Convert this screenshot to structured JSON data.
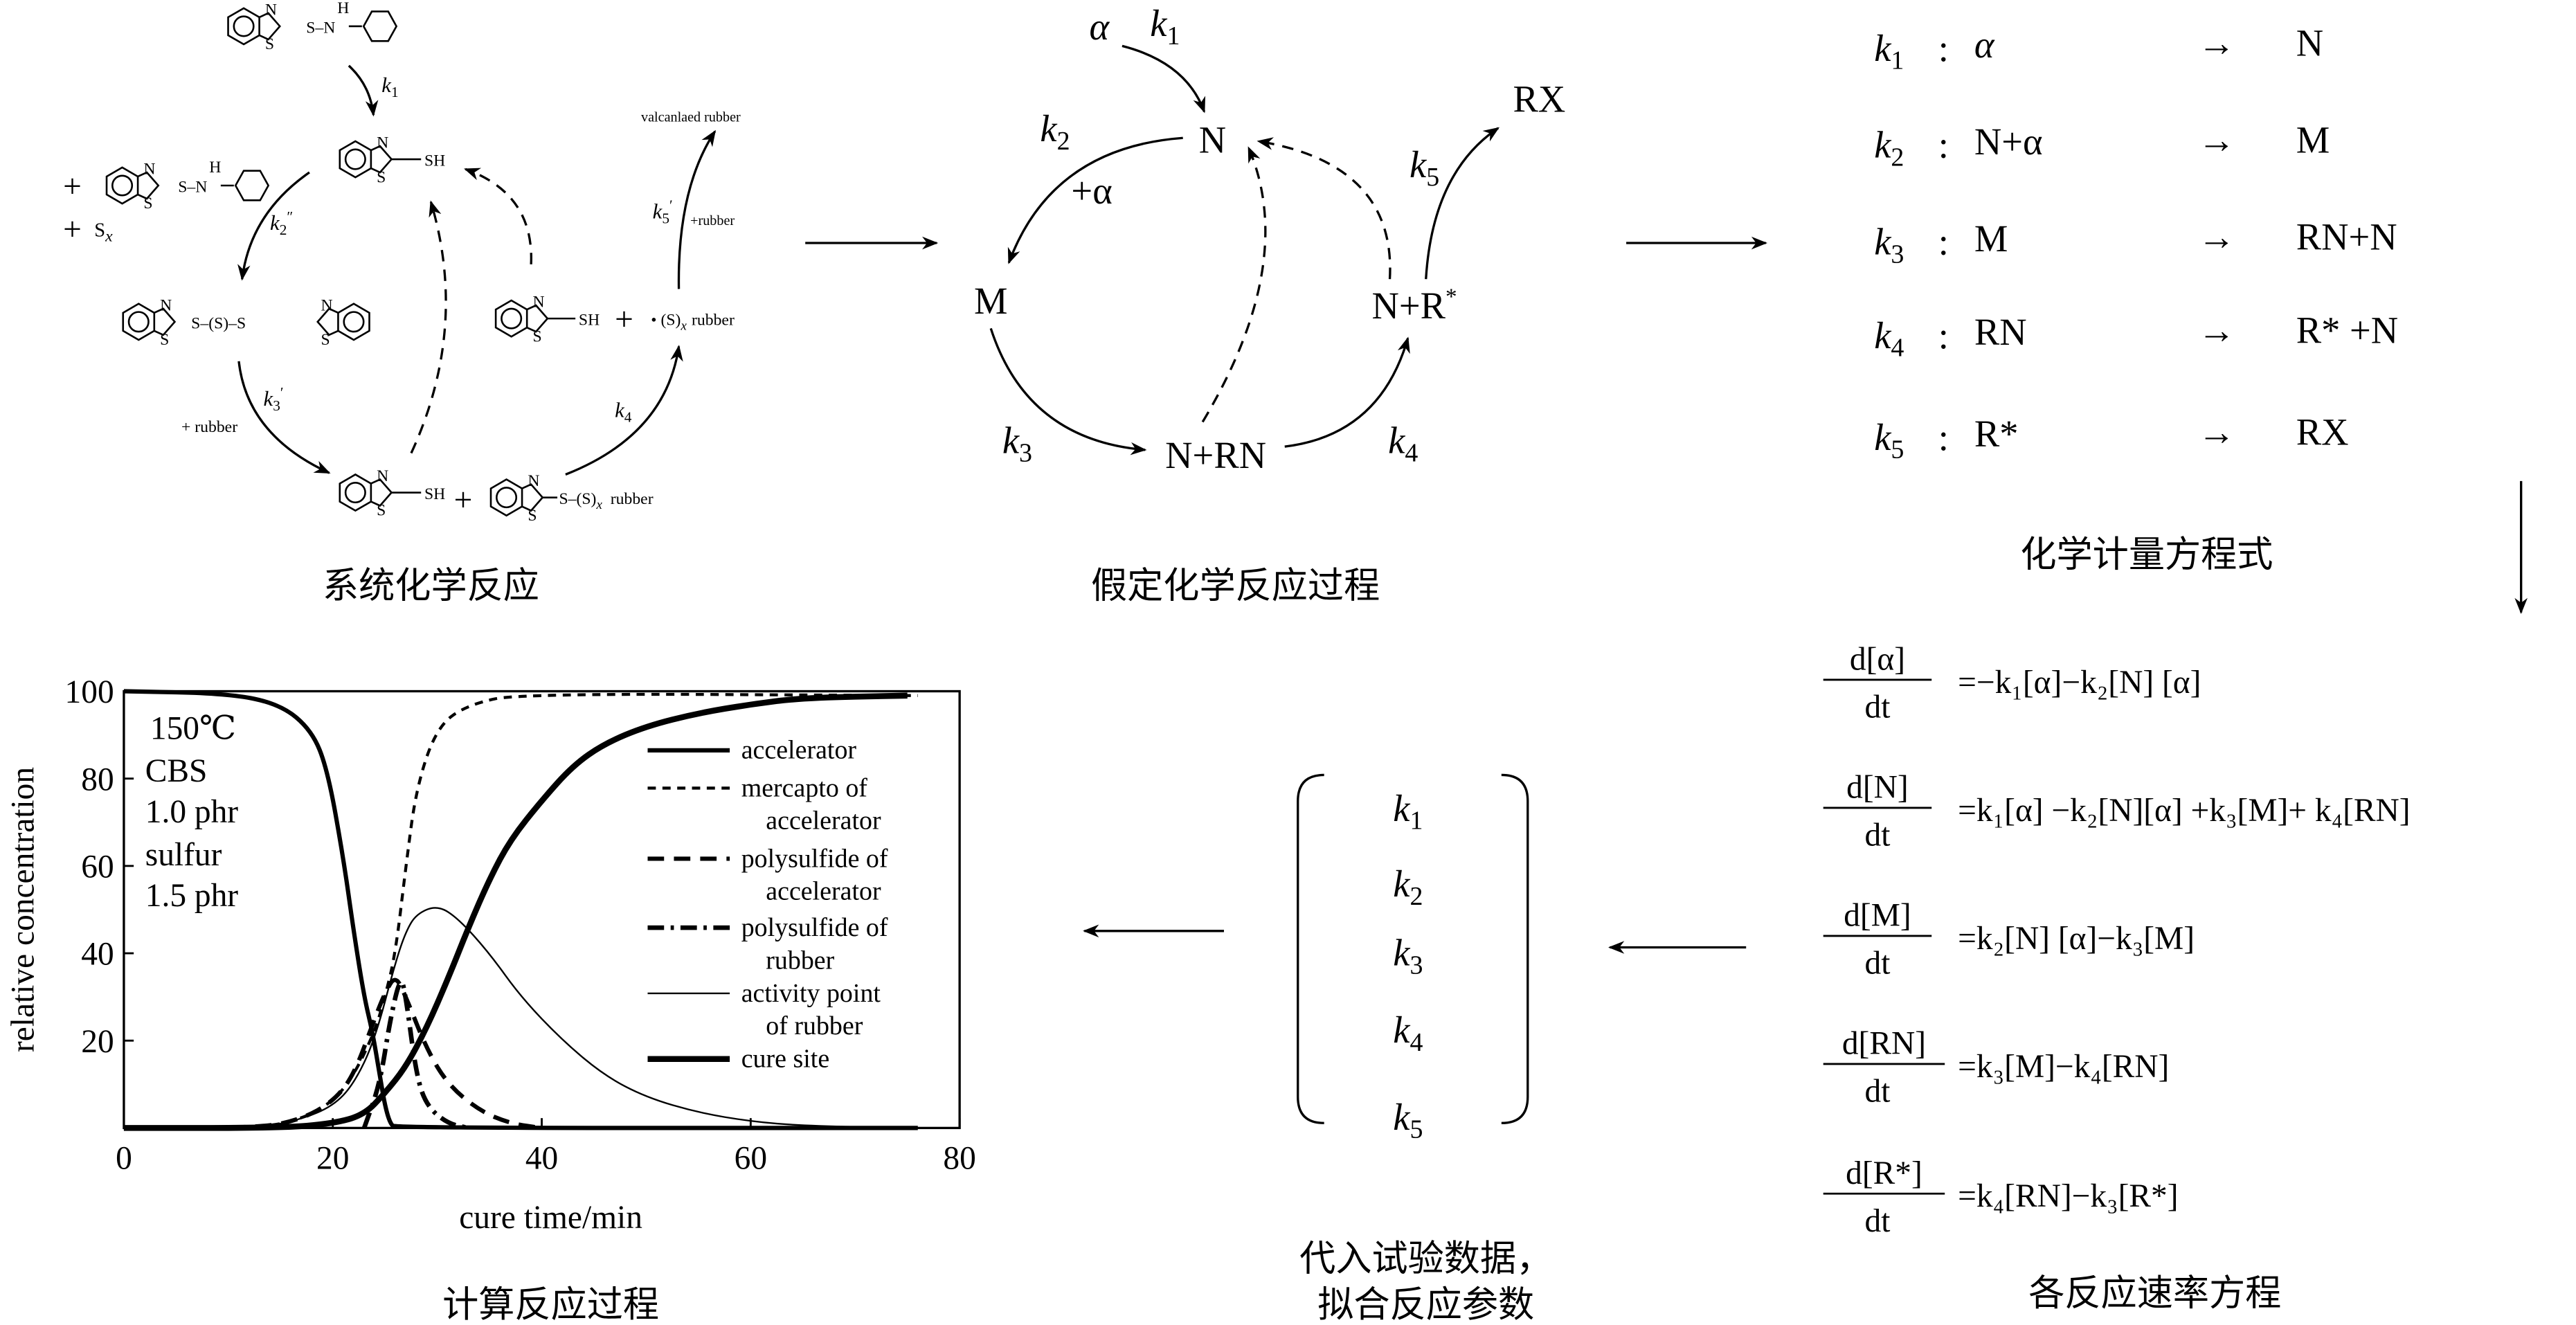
{
  "panels": {
    "system_reaction": {
      "title": "系统化学反应",
      "chem": {
        "N": "N",
        "S": "S",
        "H": "H",
        "SH": "SH",
        "S_N": "S–N",
        "plus": "+",
        "Sx": "S",
        "x": "x",
        "S_S_S": "S–(S)–S",
        "S_Sx_rubber": "S–(S)",
        "rubber": "rubber",
        "radical_Sx": "• (S)",
        "plus_rubber": "+ rubber",
        "plus_rubber2": "+rubber",
        "vulcanized": "valcanlaed  rubber"
      },
      "k1": {
        "base": "k",
        "sub": "1"
      },
      "k2": {
        "base": "k",
        "sub": "2",
        "prime": "″"
      },
      "k3": {
        "base": "k",
        "sub": "3",
        "prime": "′"
      },
      "k4": {
        "base": "k",
        "sub": "4"
      },
      "k5": {
        "base": "k",
        "sub": "5",
        "prime": "′"
      }
    },
    "assumed_process": {
      "title": "假定化学反应过程",
      "alpha": "α",
      "plus_alpha": "+α",
      "N": "N",
      "M": "M",
      "N_RN": "N+RN",
      "N_R": "N+R",
      "star": "*",
      "RX": "RX",
      "k1": {
        "base": "k",
        "sub": "1"
      },
      "k2": {
        "base": "k",
        "sub": "2"
      },
      "k3": {
        "base": "k",
        "sub": "3"
      },
      "k4": {
        "base": "k",
        "sub": "4"
      },
      "k5": {
        "base": "k",
        "sub": "5"
      }
    },
    "stoichiometry": {
      "title": "化学计量方程式",
      "rows": [
        {
          "k": "k",
          "sub": "1",
          "colon": ":",
          "reactant": "α",
          "arrow": "→",
          "product": "N"
        },
        {
          "k": "k",
          "sub": "2",
          "colon": ":",
          "reactant": "N+α",
          "arrow": "→",
          "product": "M"
        },
        {
          "k": "k",
          "sub": "3",
          "colon": ":",
          "reactant": "M",
          "arrow": "→",
          "product": "RN+N"
        },
        {
          "k": "k",
          "sub": "4",
          "colon": ":",
          "reactant": "RN",
          "arrow": "→",
          "product": "R* +N"
        },
        {
          "k": "k",
          "sub": "5",
          "colon": ":",
          "reactant": "R*",
          "arrow": "→",
          "product": "RX"
        }
      ]
    },
    "rate_equations": {
      "title": "各反应速率方程",
      "rows": [
        {
          "num": "d[α]",
          "den": "dt",
          "rhs": "=−k₁[α]−k₂[N] [α]"
        },
        {
          "num": "d[N]",
          "den": "dt",
          "rhs": "=k₁[α] −k₂[N][α] +k₃[M]+ k₄[RN]"
        },
        {
          "num": "d[M]",
          "den": "dt",
          "rhs": "=k₂[N] [α]−k₃[M]"
        },
        {
          "num": "d[RN]",
          "den": "dt",
          "rhs": "=k₃[M]−k₄[RN]"
        },
        {
          "num": "d[R*]",
          "den": "dt",
          "rhs": "=k₄[RN]−k₃[R*]"
        }
      ]
    },
    "fitting": {
      "title_line1": "代入试验数据，",
      "title_line2": "拟合反应参数",
      "params": [
        {
          "base": "k",
          "sub": "1"
        },
        {
          "base": "k",
          "sub": "2"
        },
        {
          "base": "k",
          "sub": "3"
        },
        {
          "base": "k",
          "sub": "4"
        },
        {
          "base": "k",
          "sub": "5"
        }
      ]
    },
    "calculated": {
      "title": "计算反应过程"
    }
  },
  "chart_data": {
    "type": "line",
    "title": "计算反应过程",
    "xlabel": "cure time/min",
    "ylabel": "relative concentration",
    "xlim": [
      0,
      80
    ],
    "ylim": [
      0,
      100
    ],
    "xticks": [
      "0",
      "20",
      "40",
      "60",
      "80"
    ],
    "yticks": [
      "20",
      "40",
      "60",
      "80",
      "100"
    ],
    "grid": false,
    "legend_position": "right",
    "annotation": [
      "150℃",
      "CBS",
      "1.0  phr",
      "sulfur",
      "1.5  phr"
    ],
    "series": [
      {
        "name": "accelerator",
        "legend": [
          "accelerator"
        ],
        "style": "solid",
        "x": [
          0,
          10,
          15,
          18,
          19.5,
          21,
          22,
          23,
          23.8,
          24.5,
          25,
          25.5,
          26,
          76
        ],
        "y": [
          100,
          99.5,
          97,
          91,
          82,
          62,
          45,
          30,
          22,
          12,
          5,
          1,
          0,
          0
        ]
      },
      {
        "name": "mercapto of accelerator",
        "legend": [
          "mercapto of",
          "accelerator"
        ],
        "style": "short-dash",
        "x": [
          0,
          13,
          17,
          20,
          22,
          24,
          25,
          26,
          27,
          28,
          30,
          33,
          38,
          76
        ],
        "y": [
          0,
          0,
          2,
          6,
          12,
          22,
          30,
          40,
          60,
          78,
          92,
          97,
          99.5,
          99
        ]
      },
      {
        "name": "polysulfide of accelerator",
        "legend": [
          "polysulfide of",
          "accelerator"
        ],
        "style": "long-dash",
        "x": [
          0,
          13,
          17,
          20,
          22,
          24,
          25,
          26,
          27,
          29,
          31,
          34,
          37,
          40
        ],
        "y": [
          0,
          0,
          2,
          6,
          12,
          25,
          31,
          35,
          30,
          18,
          10,
          4,
          1,
          0
        ]
      },
      {
        "name": "polysulfide of rubber",
        "legend": [
          "polysulfide of",
          "rubber"
        ],
        "style": "dash-dot",
        "x": [
          23,
          24.5,
          25.5,
          26.5,
          27,
          28,
          29,
          31,
          33
        ],
        "y": [
          0,
          10,
          25,
          35,
          30,
          12,
          5,
          1,
          0
        ]
      },
      {
        "name": "activity point of rubber",
        "legend": [
          "activity point",
          "of rubber"
        ],
        "style": "thin",
        "x": [
          0,
          13,
          17,
          20,
          22,
          24,
          26,
          27,
          28,
          30,
          32,
          35,
          38,
          42,
          46,
          50,
          55,
          60,
          65,
          75
        ],
        "y": [
          0,
          0,
          2,
          5,
          10,
          20,
          38,
          45,
          49,
          51,
          48,
          40,
          30,
          20,
          12,
          7,
          3.5,
          1.5,
          0.5,
          0
        ]
      },
      {
        "name": "cure site",
        "legend": [
          "cure site"
        ],
        "style": "thick",
        "x": [
          0,
          15,
          20,
          23,
          25,
          27,
          29,
          31,
          33,
          35,
          37,
          40,
          43,
          46,
          50,
          55,
          60,
          65,
          75
        ],
        "y": [
          0,
          0,
          1,
          3,
          8,
          14,
          23,
          34,
          46,
          57,
          66,
          75,
          83,
          88,
          92,
          95,
          97,
          98.5,
          99
        ]
      }
    ]
  }
}
